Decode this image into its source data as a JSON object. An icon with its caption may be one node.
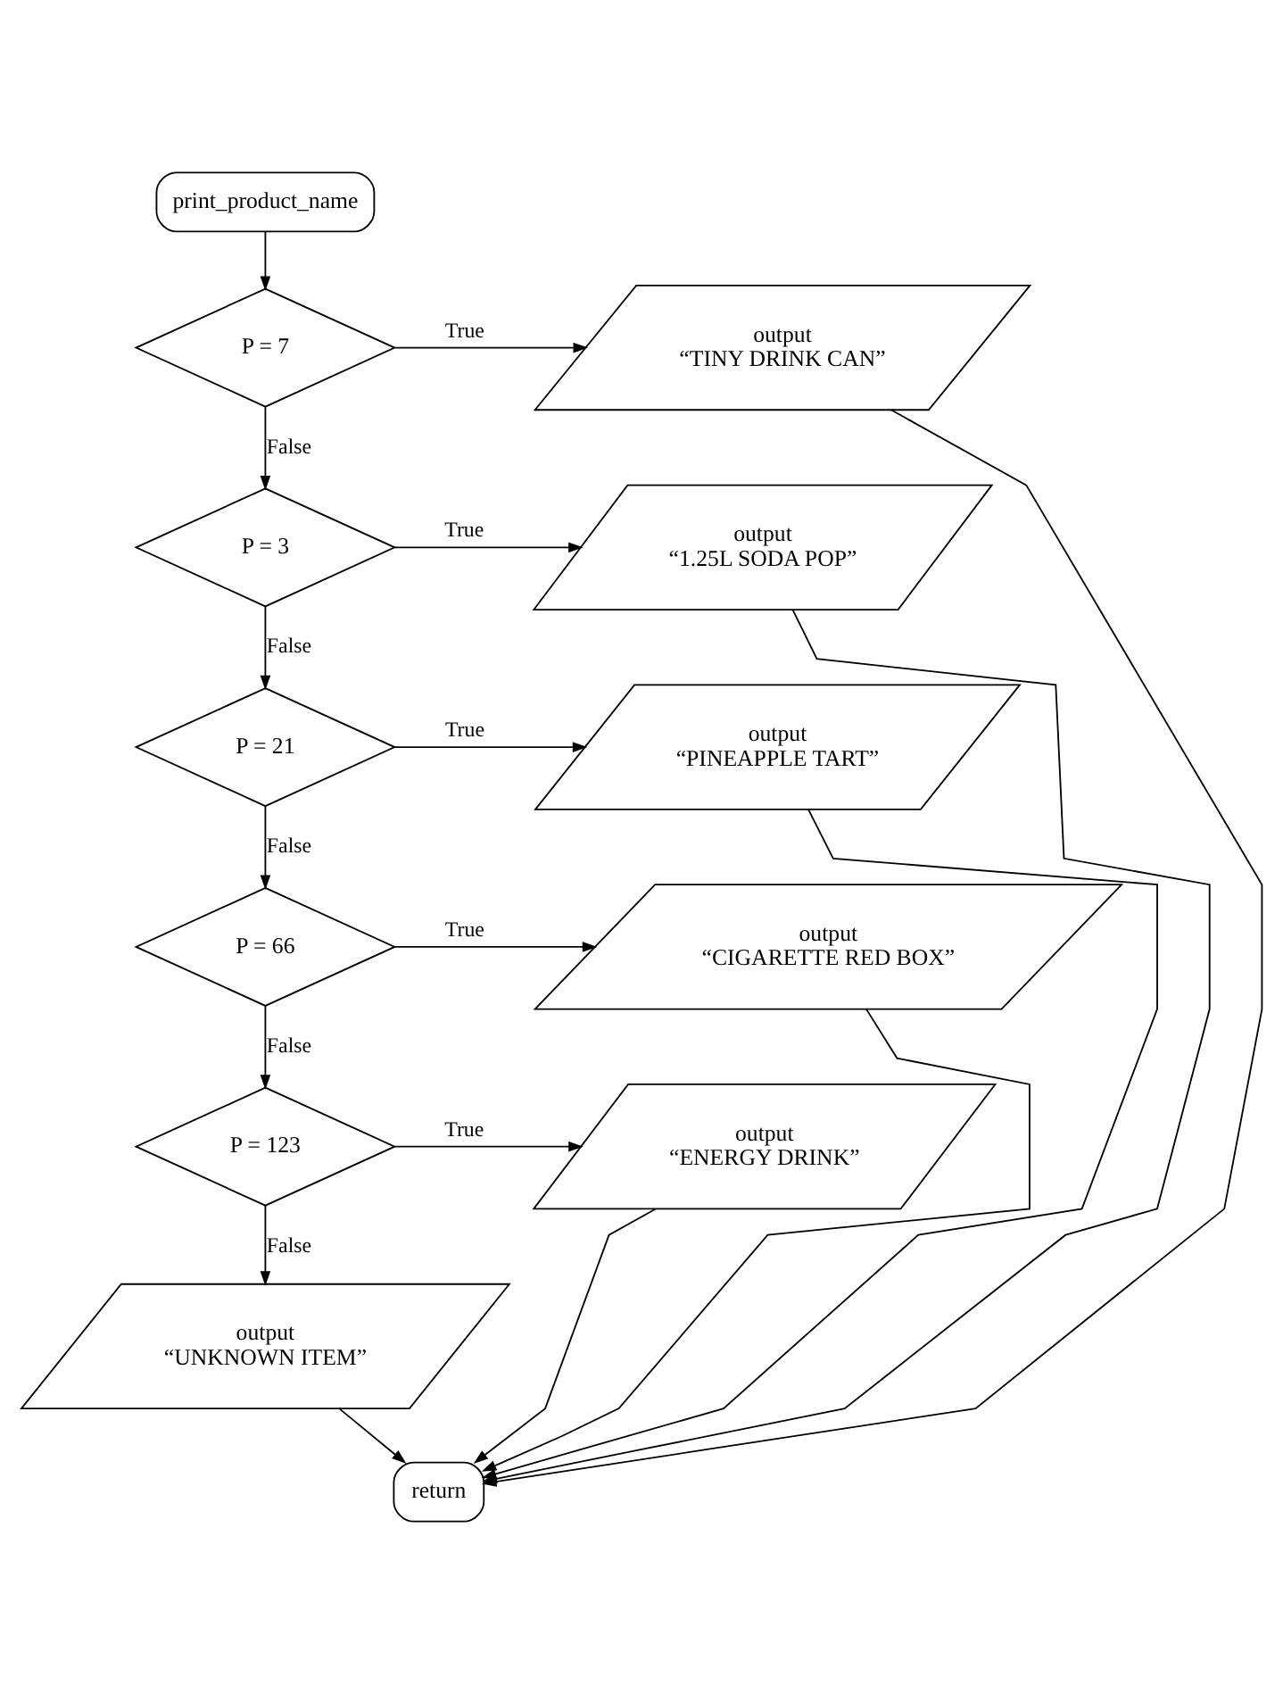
{
  "diagram": {
    "nodes": [
      {
        "text": [
          "print_product_name"
        ]
      },
      {
        "text": [
          "P = 7"
        ]
      },
      {
        "text": [
          "output",
          "“TINY DRINK CAN”"
        ]
      },
      {
        "text": [
          "P = 3"
        ]
      },
      {
        "text": [
          "output",
          "“1.25L SODA POP”"
        ]
      },
      {
        "text": [
          "P = 21"
        ]
      },
      {
        "text": [
          "output",
          "“PINEAPPLE TART”"
        ]
      },
      {
        "text": [
          "P = 66"
        ]
      },
      {
        "text": [
          "output",
          "“CIGARETTE RED BOX”"
        ]
      },
      {
        "text": [
          "P = 123"
        ]
      },
      {
        "text": [
          "output",
          "“ENERGY DRINK”"
        ]
      },
      {
        "text": [
          "output",
          "“UNKNOWN ITEM”"
        ]
      },
      {
        "text": [
          "return"
        ]
      }
    ],
    "edges": [
      {
        "from": 0,
        "to": 1,
        "arrow": "to"
      },
      {
        "from": 1,
        "to": 2,
        "arrow": "to",
        "label": "True"
      },
      {
        "from": 1,
        "to": 3,
        "arrow": "to",
        "label": "False"
      },
      {
        "from": 3,
        "to": 4,
        "arrow": "to",
        "label": "True"
      },
      {
        "from": 3,
        "to": 5,
        "arrow": "to",
        "label": "False"
      },
      {
        "from": 5,
        "to": 6,
        "arrow": "to",
        "label": "True"
      },
      {
        "from": 5,
        "to": 7,
        "arrow": "to",
        "label": "False"
      },
      {
        "from": 7,
        "to": 8,
        "arrow": "to",
        "label": "True"
      },
      {
        "from": 7,
        "to": 9,
        "arrow": "to",
        "label": "False"
      },
      {
        "from": 9,
        "to": 10,
        "arrow": "to",
        "label": "True"
      },
      {
        "from": 9,
        "to": 11,
        "arrow": "to",
        "label": "False"
      },
      {
        "from": 2,
        "to": 12,
        "arrow": "to"
      },
      {
        "from": 4,
        "to": 12,
        "arrow": "to"
      },
      {
        "from": 6,
        "to": 12,
        "arrow": "to"
      },
      {
        "from": 8,
        "to": 12,
        "arrow": "to"
      },
      {
        "from": 10,
        "to": 12,
        "arrow": "to"
      },
      {
        "from": 11,
        "to": 12,
        "arrow": "to"
      }
    ]
  }
}
